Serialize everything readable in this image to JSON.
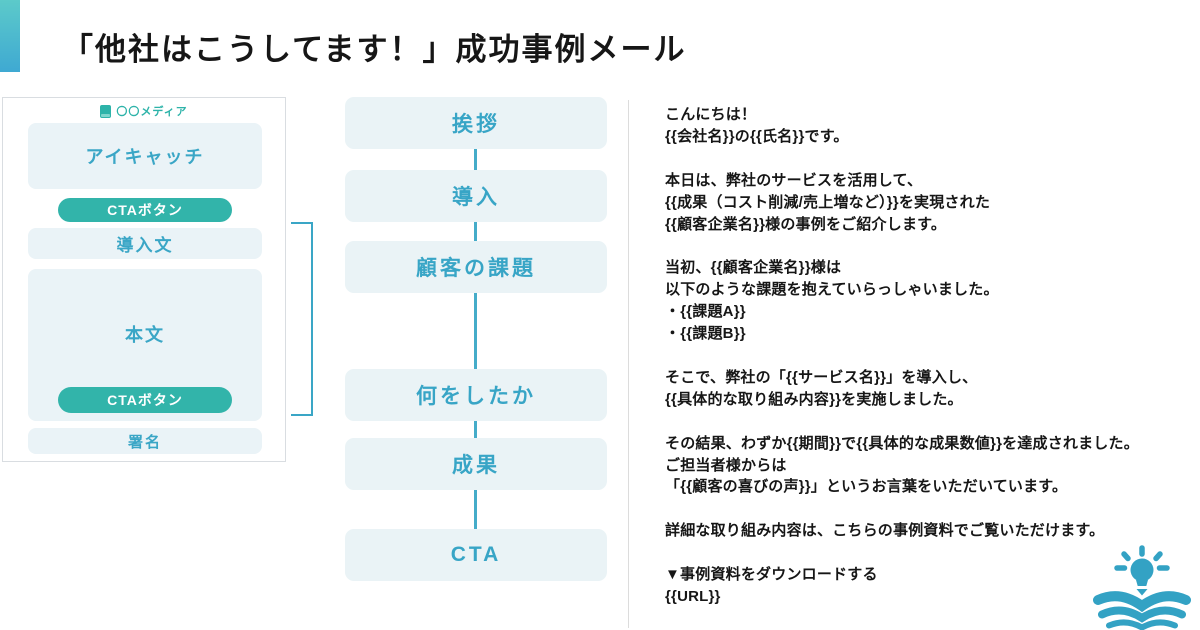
{
  "page": {
    "title": "「他社はこうしてます！」成功事例メール"
  },
  "colors": {
    "accent_gradient_top": "#5ccaca",
    "accent_gradient_bottom": "#3fa9d2",
    "teal_green": "#32b4aa",
    "teal_blue": "#3aa6c6",
    "box_bg": "#eaf3f6",
    "text_dark": "#161616"
  },
  "mockup": {
    "logo_icon": "book-icon",
    "site_name": "〇〇メディア",
    "eyecatch_label": "アイキャッチ",
    "cta_button_label": "CTAボタン",
    "intro_label": "導入文",
    "body_label": "本文",
    "cta_button2_label": "CTAボタン",
    "signature_label": "署名"
  },
  "flow": {
    "steps": [
      "挨拶",
      "導入",
      "顧客の課題",
      "何をしたか",
      "成果",
      "CTA"
    ]
  },
  "email": {
    "lines": [
      "こんにちは！",
      "{{会社名}}の{{氏名}}です。",
      "",
      "本日は、弊社のサービスを活用して、",
      "{{成果（コスト削減/売上増など）}}を実現された",
      "{{顧客企業名}}様の事例をご紹介します。",
      "",
      "当初、{{顧客企業名}}様は",
      "以下のような課題を抱えていらっしゃいました。",
      "・{{課題A}}",
      "・{{課題B}}",
      "",
      "そこで、弊社の「{{サービス名}}」を導入し、",
      "{{具体的な取り組み内容}}を実施しました。",
      "",
      "その結果、わずか{{期間}}で{{具体的な成果数値}}を達成されました。",
      "ご担当者様からは",
      "「{{顧客の喜びの声}}」というお言葉をいただいています。",
      "",
      "詳細な取り組み内容は、こちらの事例資料でご覧いただけます。",
      "",
      "▼事例資料をダウンロードする",
      "{{URL}}"
    ]
  },
  "footer": {
    "icon": "lightbulb-open-book-icon"
  }
}
